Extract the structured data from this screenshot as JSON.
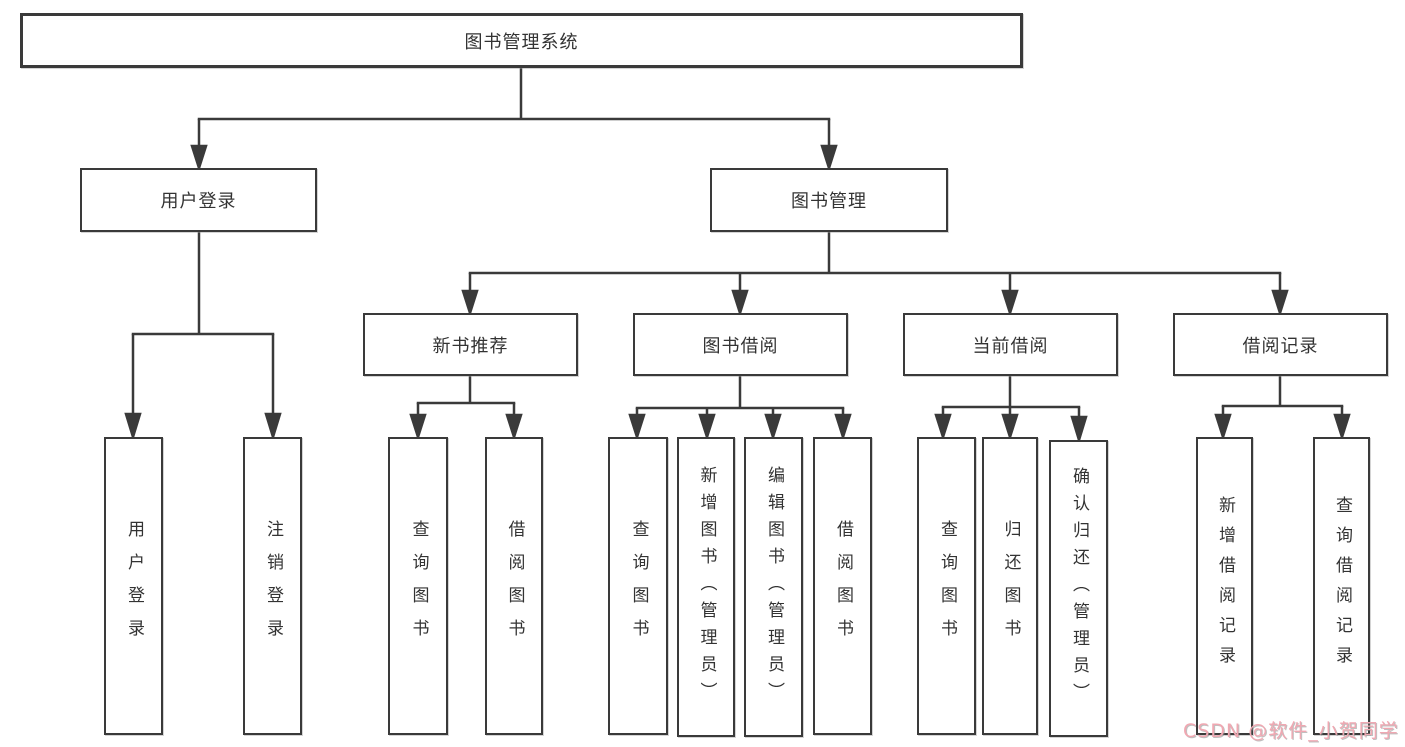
{
  "nodes": {
    "root": "图书管理系统",
    "user_login": "用户登录",
    "book_mgmt": "图书管理",
    "new_book_rec": "新书推荐",
    "book_borrow": "图书借阅",
    "current_borrow": "当前借阅",
    "borrow_record": "借阅记录",
    "ul_user_login": "用户登录",
    "ul_logout": "注销登录",
    "nb_query": "查询图书",
    "nb_borrow": "借阅图书",
    "bb_query": "查询图书",
    "bb_add": "新增图书（管理员）",
    "bb_edit": "编辑图书（管理员）",
    "bb_borrow": "借阅图书",
    "cb_query": "查询图书",
    "cb_return": "归还图书",
    "cb_confirm": "确认归还（管理员）",
    "br_add": "新增借阅记录",
    "br_query": "查询借阅记录"
  },
  "watermark": {
    "text": "CSDN @软件_小贺同学"
  },
  "colors": {
    "line": "#3a3a3a",
    "text": "#333333",
    "background": "#ffffff",
    "watermark": "#f0a8b2"
  }
}
